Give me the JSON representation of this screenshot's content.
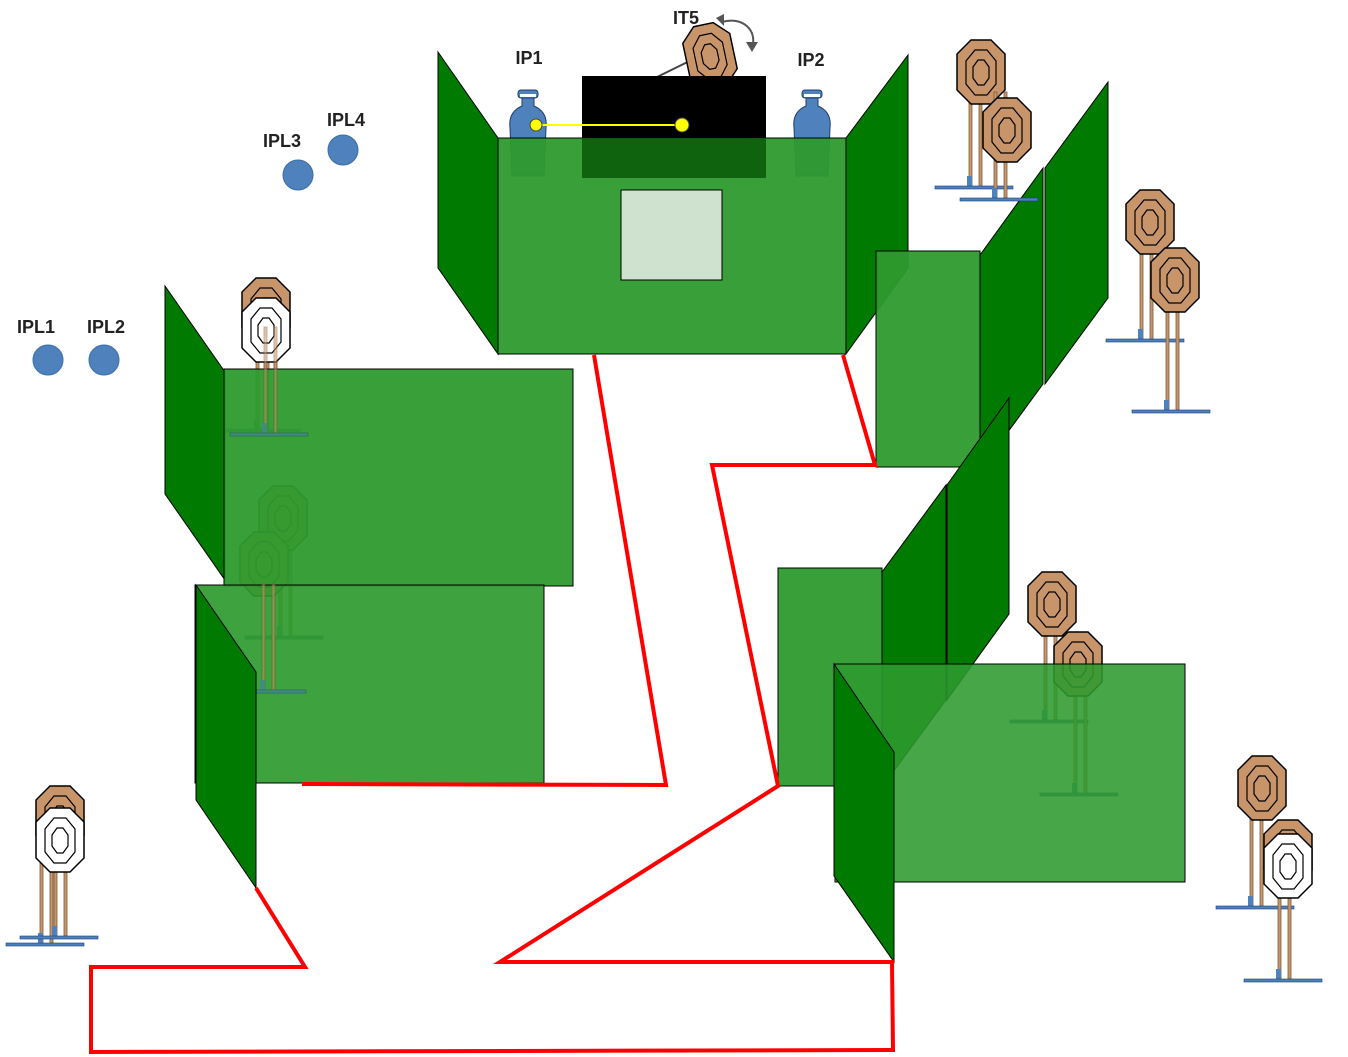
{
  "labels": {
    "ip1": "IP1",
    "ip2": "IP2",
    "it5": "IT5",
    "ipl1": "IPL1",
    "ipl2": "IPL2",
    "ipl3": "IPL3",
    "ipl4": "IPL4"
  },
  "colors": {
    "wall_side": "#007a00",
    "wall_front": "#2e9a2e",
    "fault_line": "#ff0000",
    "popper_blue": "#4f81bd",
    "target_tan": "#c8956a",
    "target_white": "#ffffff",
    "window_black": "#000000",
    "window_pale": "#cfe2cf",
    "sightline": "#ffff00"
  },
  "icons": {
    "cardboard_target": "octagon-target-icon",
    "no_shoot_target": "white-no-shoot-target-icon",
    "metal_popper": "popper-icon",
    "plate": "steel-plate-icon",
    "swinger_arrow": "swing-arrow-icon"
  }
}
